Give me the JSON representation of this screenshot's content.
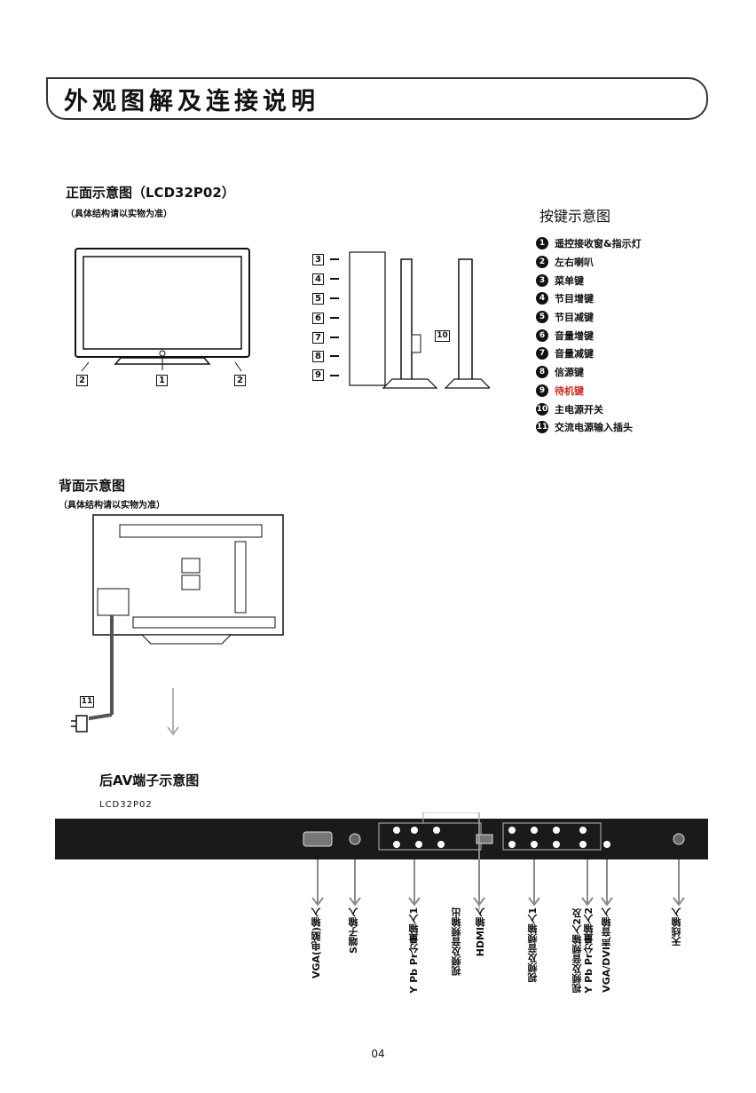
{
  "header": {
    "title": "外观图解及连接说明"
  },
  "front": {
    "heading": "正面示意图（LCD32P02）",
    "note": "（具体结构请以实物为准）",
    "callouts": [
      "2",
      "1",
      "2"
    ],
    "side_callouts": [
      "3",
      "4",
      "5",
      "6",
      "7",
      "8",
      "9",
      "10"
    ]
  },
  "keys": {
    "heading": "按键示意图",
    "items": [
      {
        "num": "1",
        "label": "遥控接收窗&指示灯"
      },
      {
        "num": "2",
        "label": "左右喇叭"
      },
      {
        "num": "3",
        "label": "菜单键"
      },
      {
        "num": "4",
        "label": "节目增键"
      },
      {
        "num": "5",
        "label": "节目减键"
      },
      {
        "num": "6",
        "label": "音量增键"
      },
      {
        "num": "7",
        "label": "音量减键"
      },
      {
        "num": "8",
        "label": "信源键"
      },
      {
        "num": "9",
        "label": "待机键"
      },
      {
        "num": "10",
        "label": "主电源开关"
      },
      {
        "num": "11",
        "label": "交流电源输入插头"
      }
    ],
    "highlight_color": "#d8271c"
  },
  "back": {
    "heading": "背面示意图",
    "note": "（具体结构请以实物为准）",
    "plug_callout": "11"
  },
  "rear_av": {
    "heading": "后AV端子示意图",
    "model": "LCD32P02",
    "ports": [
      {
        "label": "VGA(电脑)输入"
      },
      {
        "label": "S端子输入"
      },
      {
        "label": "Y Pb Pr分量输入1"
      },
      {
        "label": "视频及音频输出"
      },
      {
        "label": "HDMI输入"
      },
      {
        "label": "视频及音频输入1"
      },
      {
        "label": "视频及音频输入2及\nY Pb Pr分量输入2"
      },
      {
        "label": "VGA/DVI声音输入"
      },
      {
        "label": "天线输入"
      }
    ]
  },
  "page": {
    "number": "04"
  }
}
